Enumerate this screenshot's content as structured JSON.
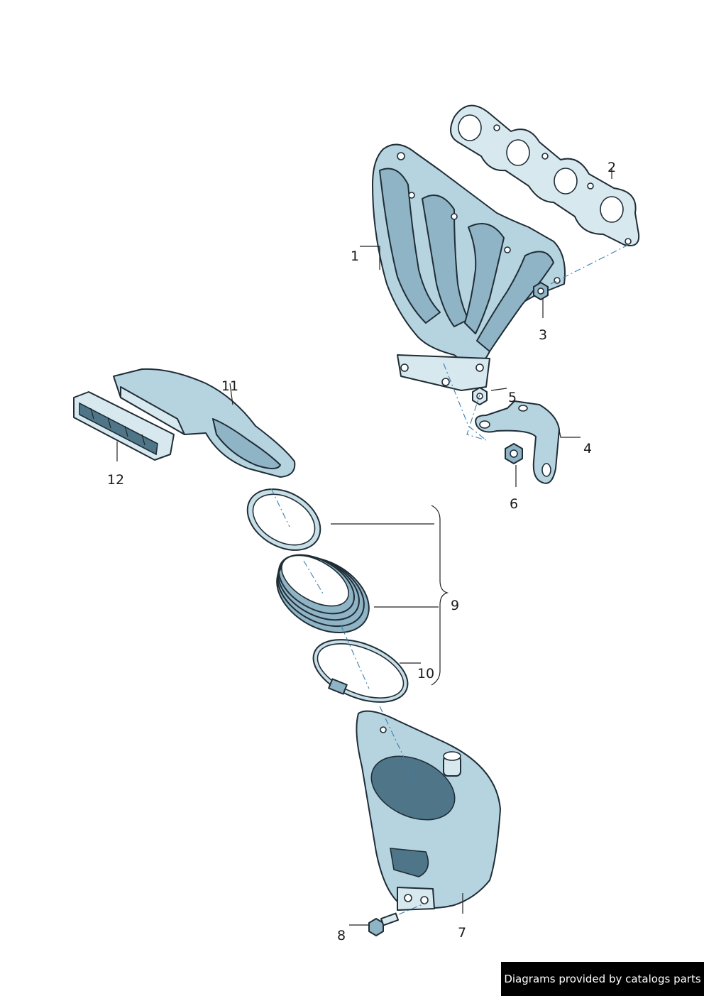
{
  "callouts": {
    "c1": "1",
    "c2": "2",
    "c3": "3",
    "c4": "4",
    "c5": "5",
    "c6": "6",
    "c7": "7",
    "c8": "8",
    "c9": "9",
    "c10": "10",
    "c11": "11",
    "c12": "12"
  },
  "footer": {
    "text": "Diagrams provided by catalogs parts"
  },
  "colors": {
    "part_fill": "#b6d3e0",
    "part_shadow": "#8fb4c6",
    "outline": "#1f2d36",
    "axis_dash": "#3a7fb0",
    "footer_bg": "#000000",
    "footer_text": "#ffffff"
  }
}
